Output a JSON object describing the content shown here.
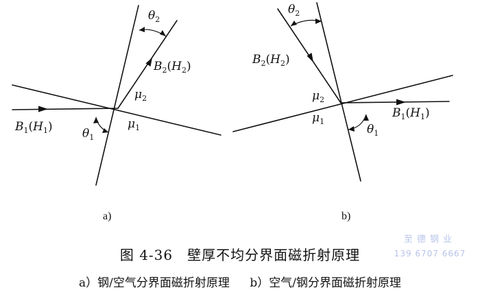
{
  "figure": {
    "panel_a": {
      "label": "a)",
      "incident_field": "B",
      "incident_field_sub": "1",
      "incident_paren": "H",
      "incident_paren_sub": "1",
      "refracted_field": "B",
      "refracted_field_sub": "2",
      "refracted_paren": "H",
      "refracted_paren_sub": "2",
      "mu_upper": "μ",
      "mu_upper_sub": "2",
      "mu_lower": "μ",
      "mu_lower_sub": "1",
      "theta_upper": "θ",
      "theta_upper_sub": "2",
      "theta_lower": "θ",
      "theta_lower_sub": "1"
    },
    "panel_b": {
      "label": "b)",
      "incident_field": "B",
      "incident_field_sub": "2",
      "incident_paren": "H",
      "incident_paren_sub": "2",
      "refracted_field": "B",
      "refracted_field_sub": "1",
      "refracted_paren": "H",
      "refracted_paren_sub": "1",
      "mu_upper": "μ",
      "mu_upper_sub": "2",
      "mu_lower": "μ",
      "mu_lower_sub": "1",
      "theta_upper": "θ",
      "theta_upper_sub": "2",
      "theta_lower": "θ",
      "theta_lower_sub": "1"
    }
  },
  "caption": {
    "title": "图 4-36　壁厚不均分界面磁折射原理",
    "sub_a": "a）钢/空气分界面磁折射原理",
    "sub_b": "b）空气/钢分界面磁折射原理"
  },
  "watermark": {
    "name": "至德钢业",
    "phone": "139 6707 6667"
  },
  "colors": {
    "ink": "#111111",
    "watermark": "#b8c4ea",
    "background": "#ffffff"
  }
}
